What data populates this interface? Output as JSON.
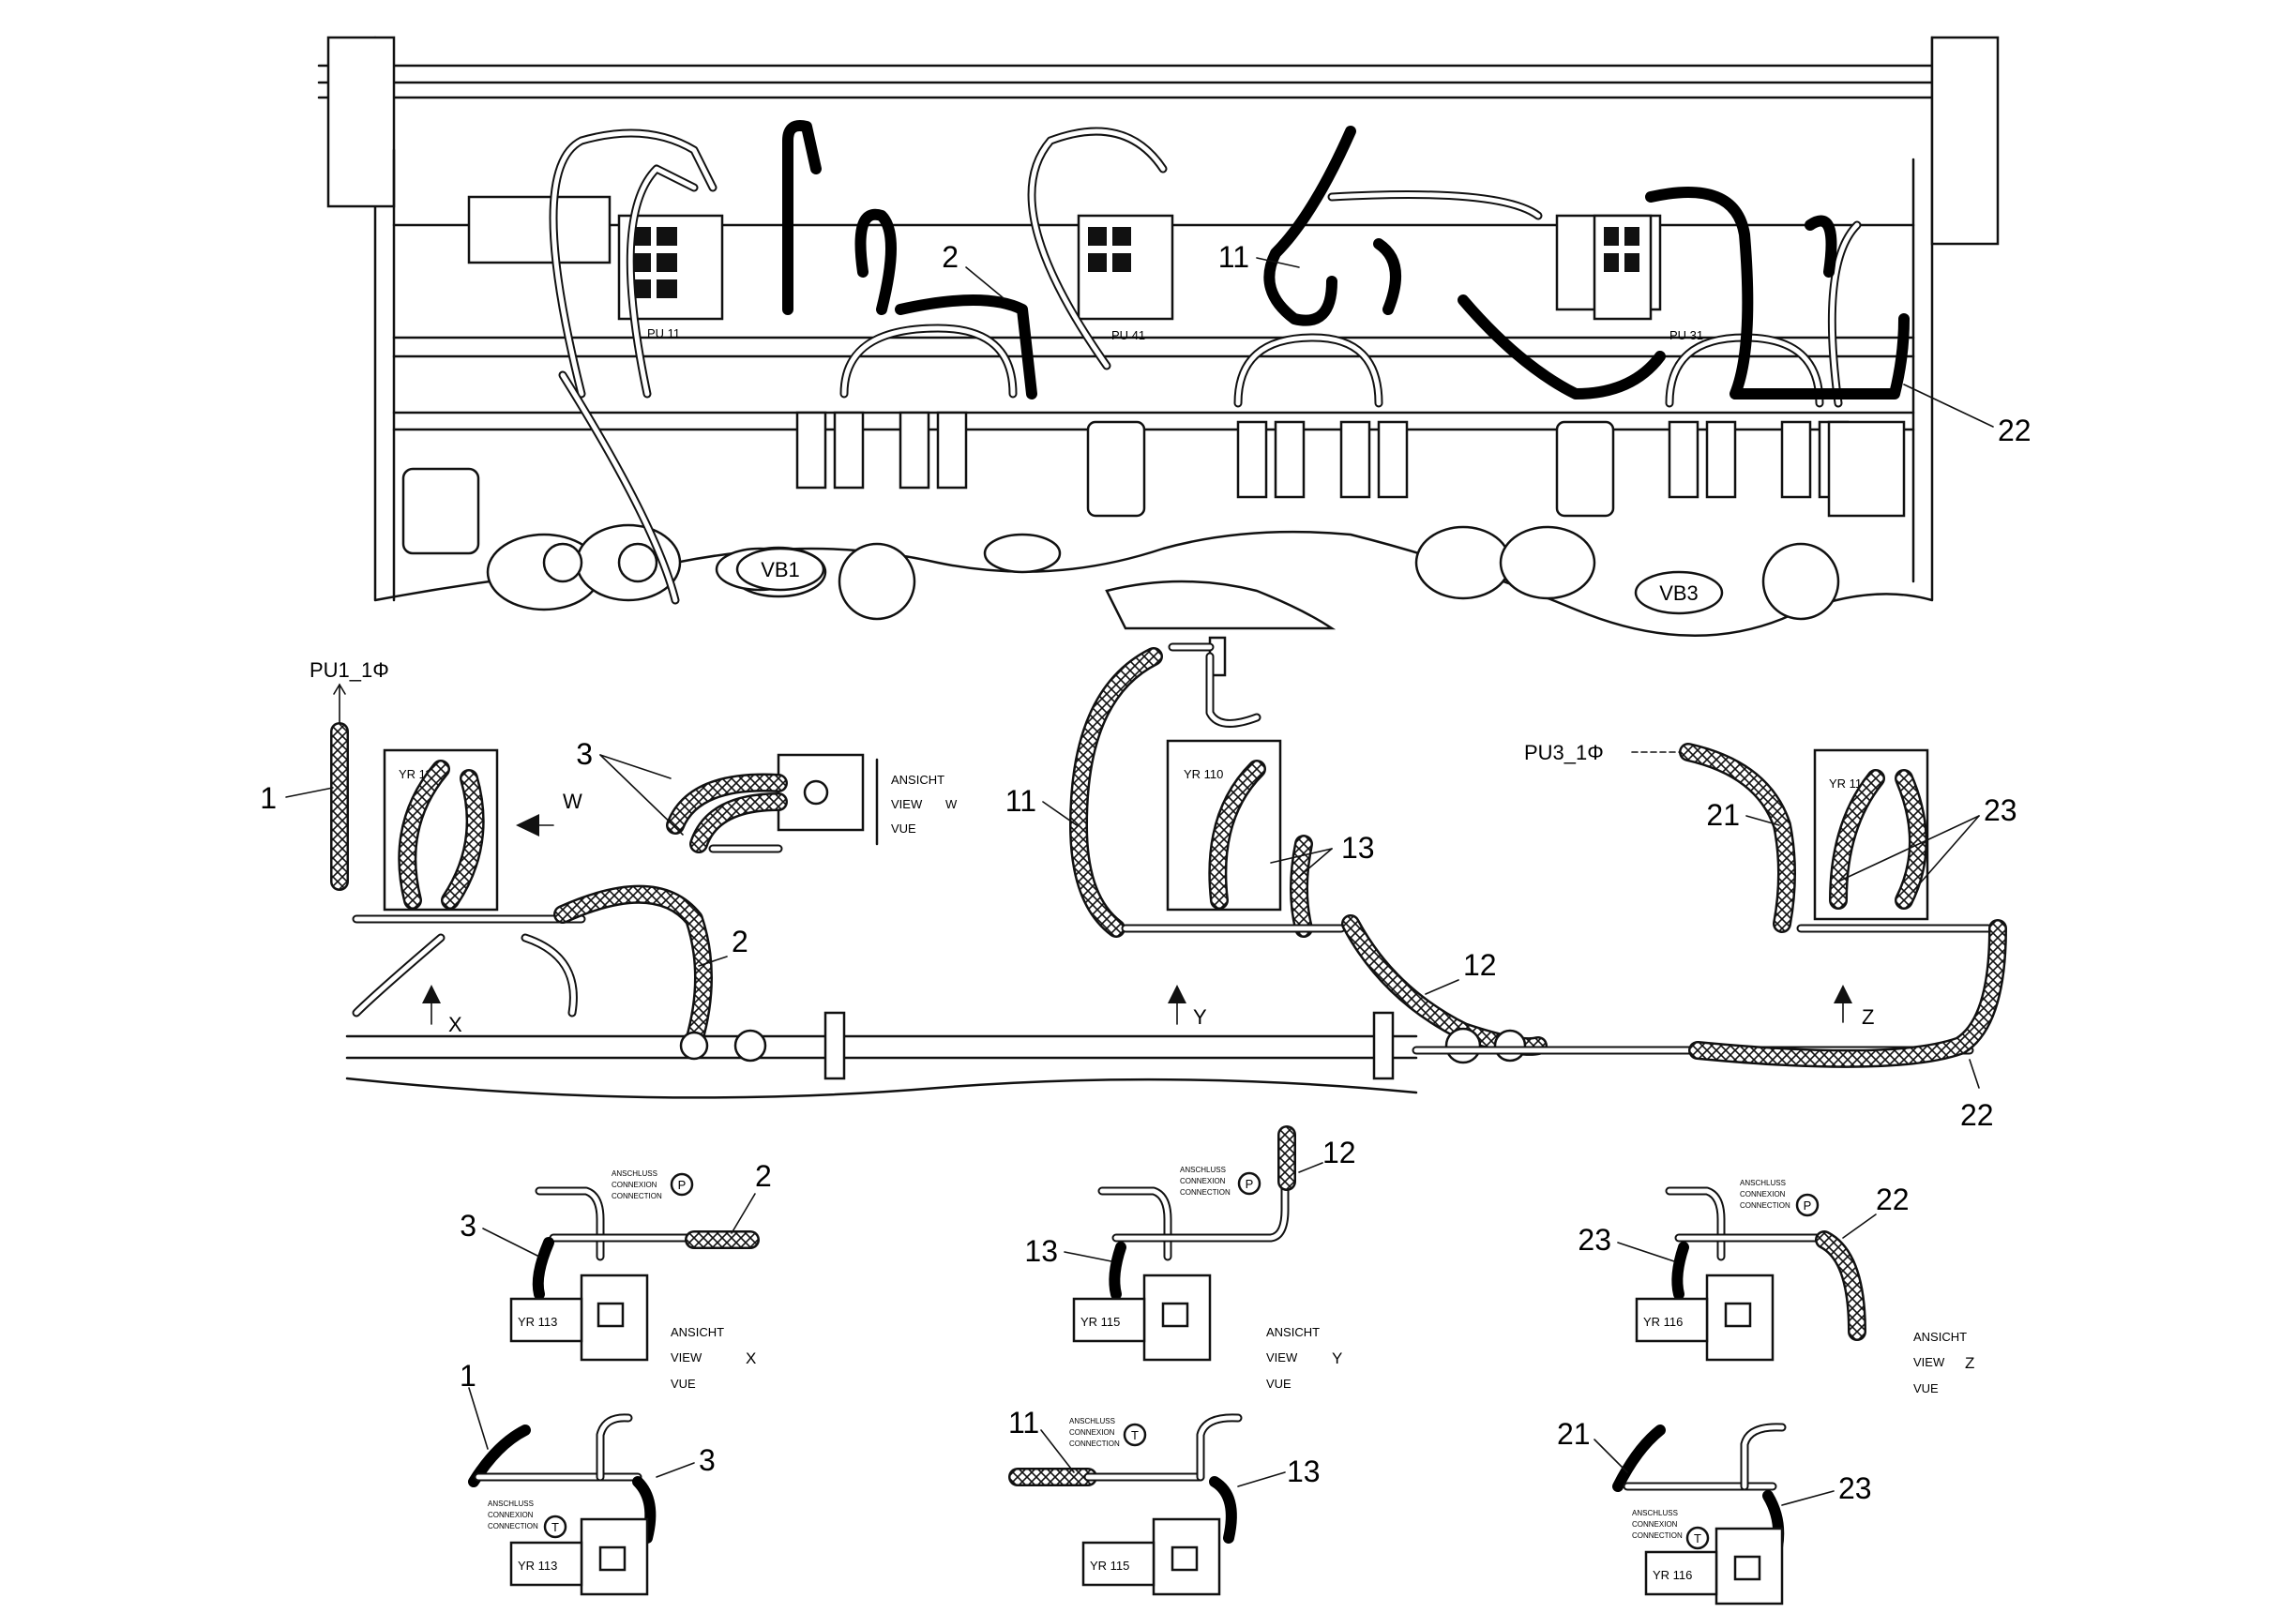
{
  "callouts": {
    "c22_top": "22",
    "c11_top": "11",
    "c2_top": "2",
    "c1": "1",
    "c3": "3",
    "c2": "2",
    "c11": "11",
    "c13": "13",
    "c12": "12",
    "c21": "21",
    "c23": "23",
    "c22": "22",
    "x_3": "3",
    "x_2": "2",
    "x_1": "1",
    "x_3b": "3",
    "y_13": "13",
    "y_12": "12",
    "y_11": "11",
    "y_13b": "13",
    "z_23": "23",
    "z_22": "22",
    "z_21": "21",
    "z_23b": "23"
  },
  "labels": {
    "vb1": "VB1",
    "vb3": "VB3",
    "pu11": "PU 11",
    "pu41": "PU 41",
    "pu31": "PU 31",
    "pu1_ref": "PU1_1Φ",
    "pu3_ref": "PU3_1Φ",
    "w": "W",
    "x": "X",
    "y": "Y",
    "z": "Z",
    "yr112": "YR 112",
    "yr110": "YR 110",
    "yr111": "YR 111",
    "yr113": "YR 113",
    "yr115": "YR 115",
    "yr116": "YR 116"
  },
  "view_labels": {
    "ansicht": "ANSICHT",
    "view": "VIEW",
    "vue": "VUE",
    "w_letter": "W",
    "x_letter": "X",
    "y_letter": "Y",
    "z_letter": "Z"
  },
  "connection_labels": {
    "line1": "ANSCHLUSS",
    "line2": "CONNEXION",
    "line3": "CONNECTION",
    "port_p": "P",
    "port_t": "T"
  }
}
